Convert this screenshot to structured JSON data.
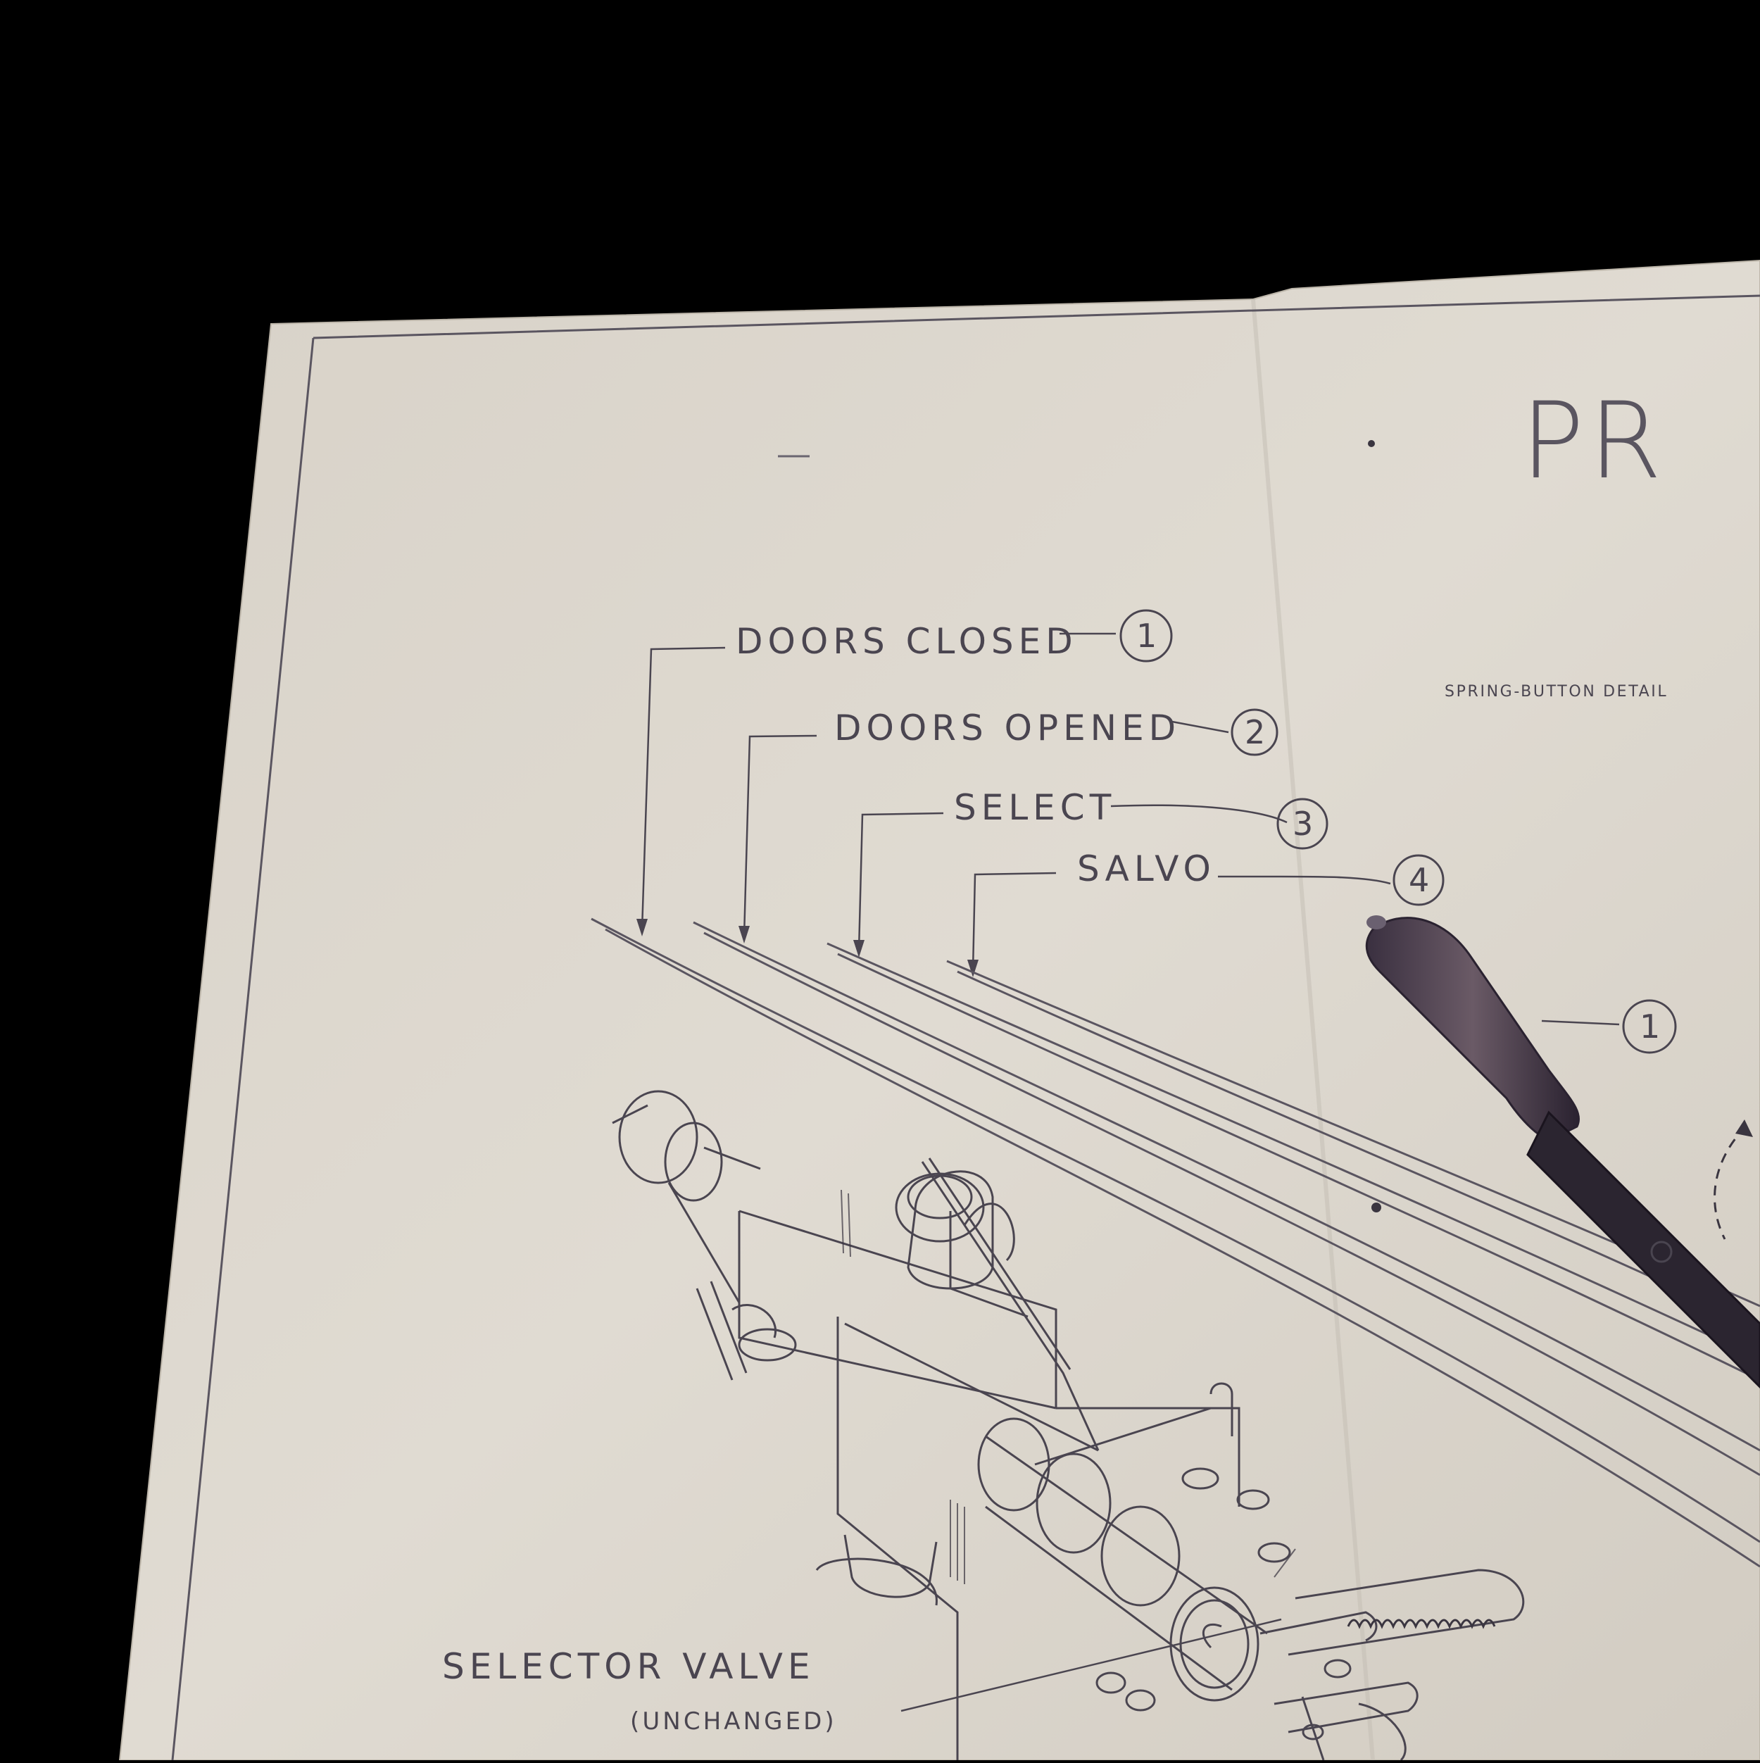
{
  "drawing": {
    "title_fragment": "PR",
    "detail_note": "SPRING-BUTTON DETAIL",
    "positions": [
      {
        "label": "DOORS CLOSED",
        "number": "1"
      },
      {
        "label": "DOORS OPENED",
        "number": "2"
      },
      {
        "label": "SELECT",
        "number": "3"
      },
      {
        "label": "SALVO",
        "number": "4"
      }
    ],
    "handle_callout": "1",
    "component_label": "SELECTOR VALVE",
    "component_note": "(UNCHANGED)"
  },
  "colors": {
    "paper": "#dcd6cc",
    "ink": "#4a4550",
    "background": "#000000"
  }
}
